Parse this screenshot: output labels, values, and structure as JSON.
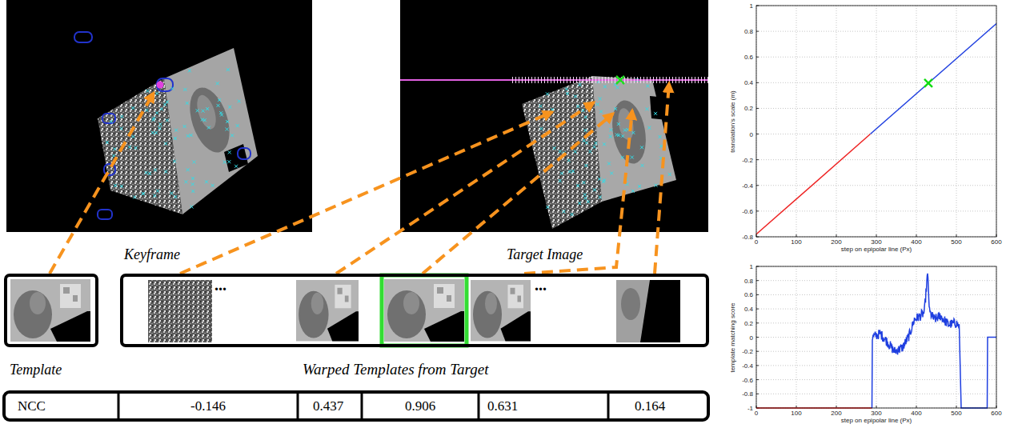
{
  "diagram": {
    "nodes": [
      {
        "text": [
          "Keyframe"
        ]
      },
      {
        "text": [
          "Target Image"
        ]
      },
      {
        "text": [
          "Template"
        ]
      },
      {
        "text": [
          "...",
          "...",
          "Warped Templates from Target"
        ]
      }
    ],
    "edges": [
      {
        "from": 2,
        "to": 0,
        "arrow": "to"
      },
      {
        "from": 3,
        "to": 1,
        "arrow": "to"
      },
      {
        "from": 3,
        "to": 1,
        "arrow": "to"
      },
      {
        "from": 3,
        "to": 1,
        "arrow": "to"
      },
      {
        "from": 3,
        "to": 1,
        "arrow": "to"
      },
      {
        "from": 3,
        "to": 1,
        "arrow": "to"
      }
    ],
    "labels": [
      "1",
      "0.8",
      "0.6",
      "0.4",
      "0.2",
      "0",
      "-0.2",
      "-0.4",
      "-0.6",
      "-0.8",
      "0",
      "100",
      "200",
      "300",
      "400",
      "500",
      "600",
      "step on epipolar line (Px)",
      "translation's scale (m)",
      "1",
      "0.8",
      "0.6",
      "0.4",
      "0.2",
      "0",
      "-0.2",
      "-0.4",
      "-0.6",
      "-0.8",
      "-1",
      "0",
      "100",
      "200",
      "300",
      "400",
      "500",
      "600",
      "step on epipolar line (Px)",
      "template matching score",
      "NCC",
      "-0.146",
      "0.437",
      "0.906",
      "0.631",
      "0.164"
    ]
  }
}
